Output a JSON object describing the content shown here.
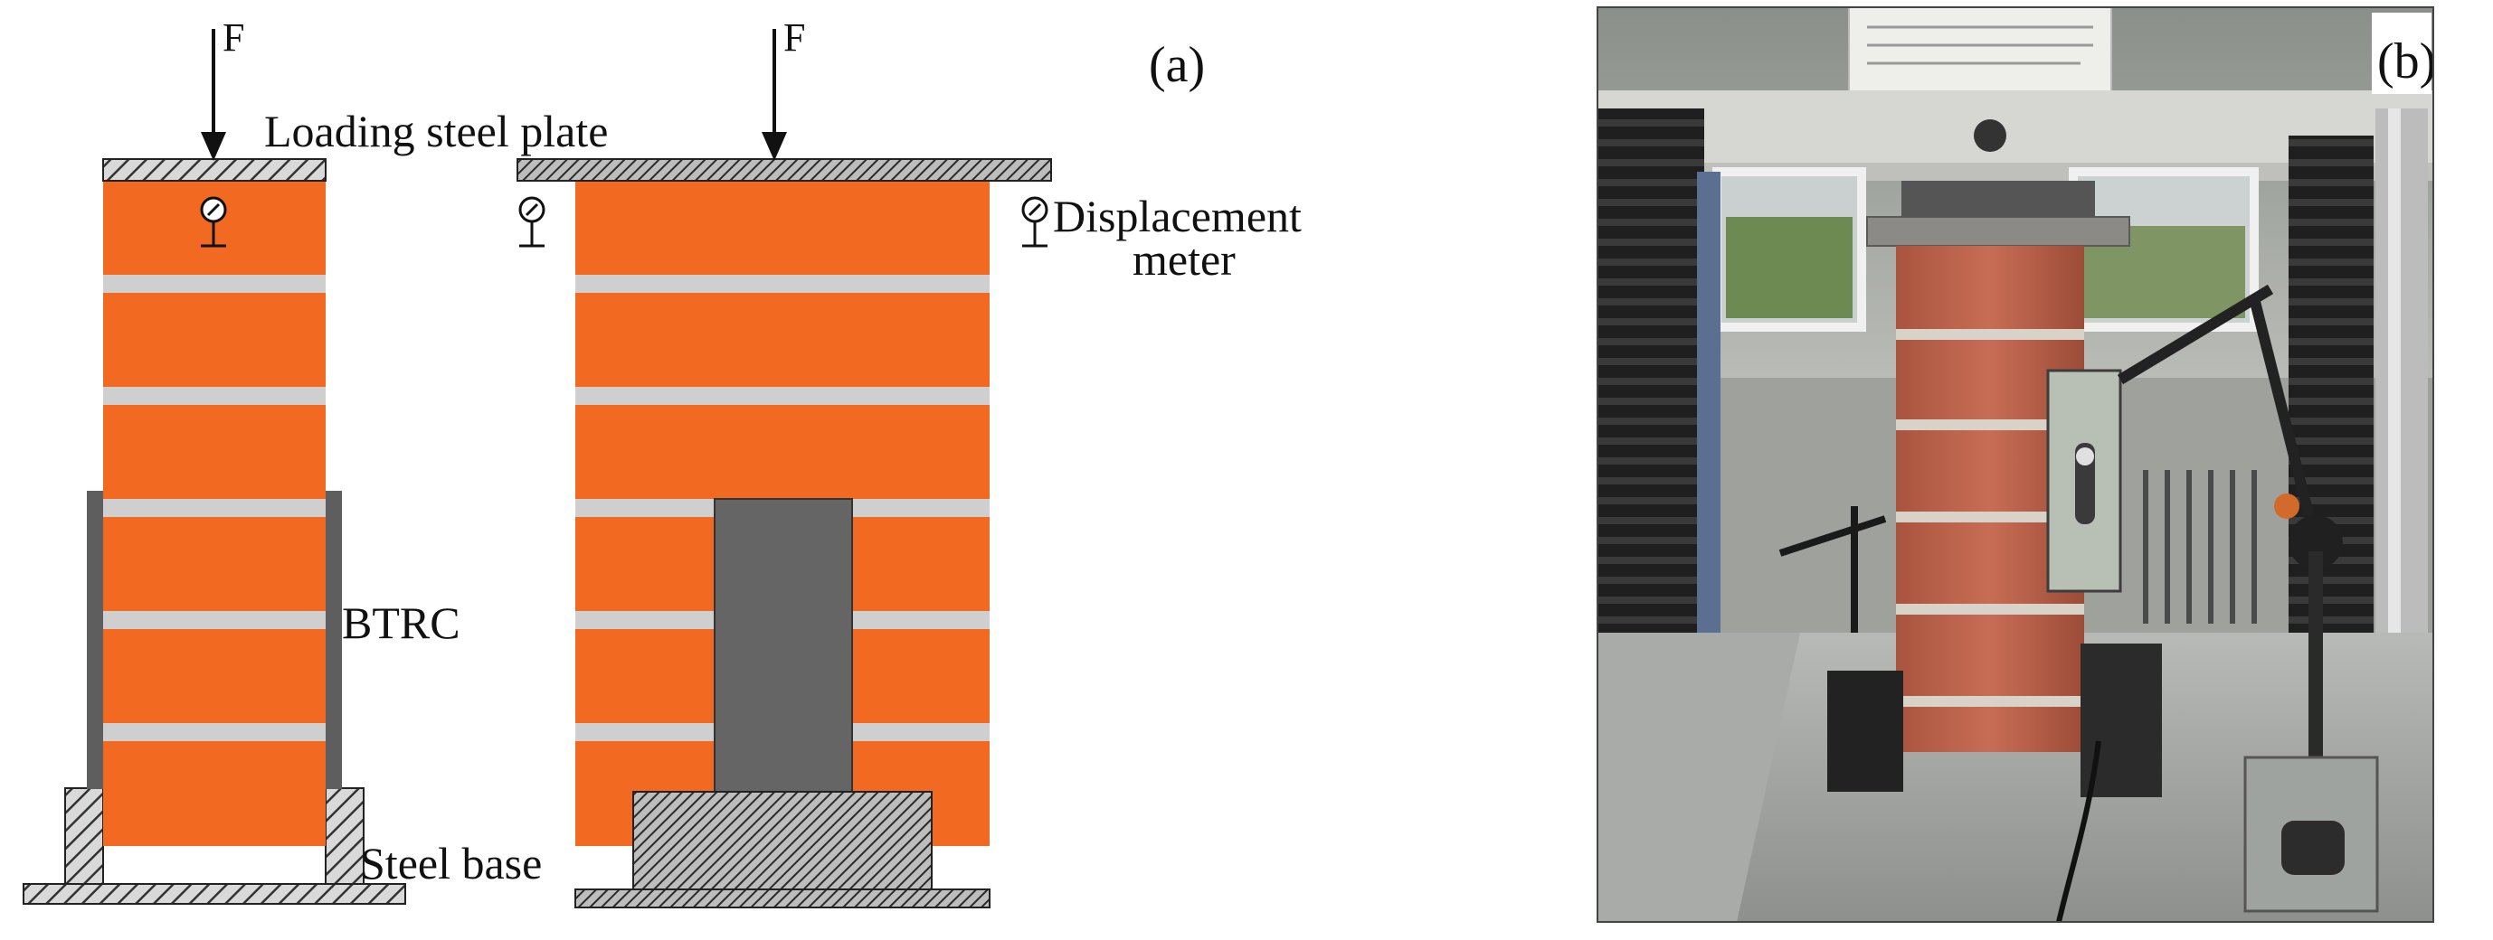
{
  "panel_a": {
    "panel_label": "(a)",
    "force_label_left": "F",
    "force_label_right": "F",
    "loading_plate_label": "Loading steel plate",
    "displacement_meter_label_1": "Displacement",
    "displacement_meter_label_2": "meter",
    "btrc_label": "BTRC",
    "steel_base_label": "Steel base"
  },
  "panel_b": {
    "panel_label": "(b)"
  },
  "colors": {
    "brick": "#f26a21",
    "mortar": "#cfcfcf",
    "btrc": "#5e5e5e",
    "steel_hatch": "#333333",
    "background": "#ffffff"
  }
}
